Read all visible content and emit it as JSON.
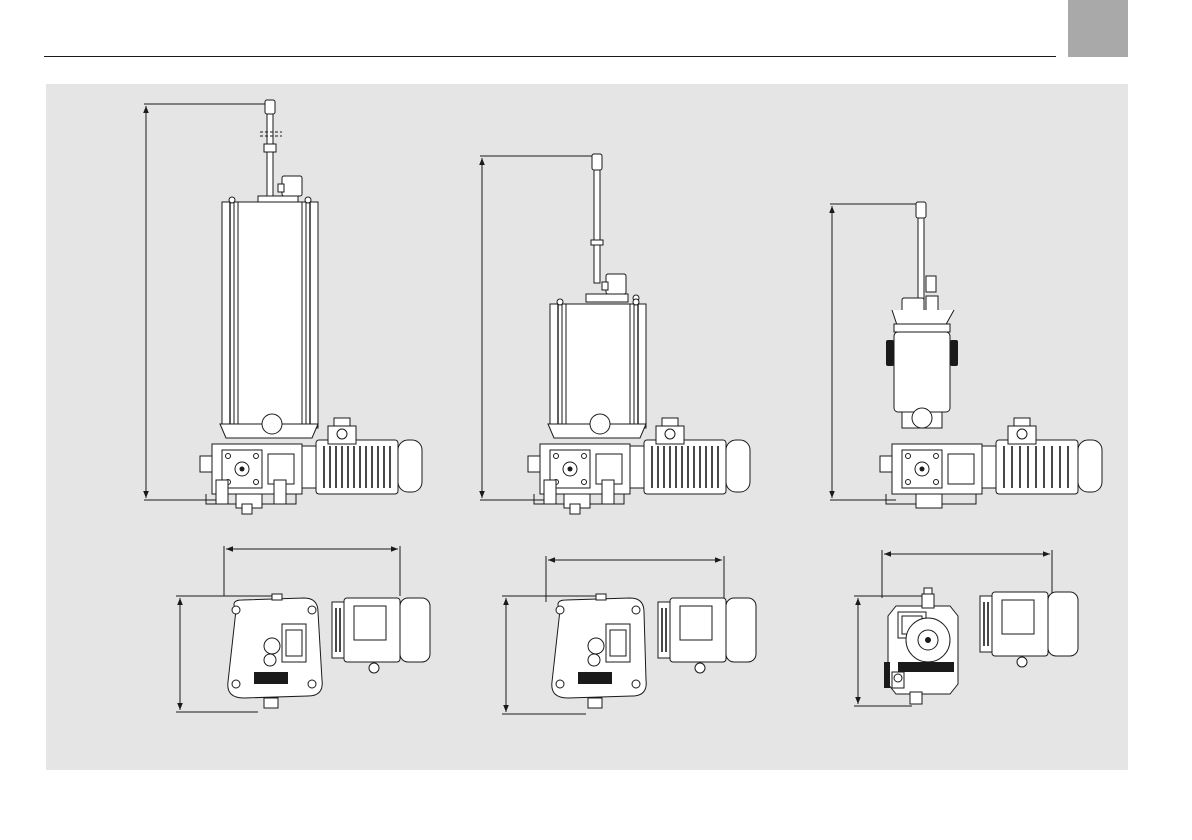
{
  "colors": {
    "background": "#ffffff",
    "panel": "#e5e5e5",
    "tab": "#a9a9a9",
    "line": "#1a1a1a"
  },
  "pumps": [
    {
      "id": "large-reservoir",
      "views": [
        "front-elevation",
        "top-plan"
      ]
    },
    {
      "id": "medium-reservoir",
      "views": [
        "front-elevation",
        "top-plan"
      ]
    },
    {
      "id": "small-reservoir",
      "views": [
        "front-elevation",
        "top-plan"
      ]
    }
  ]
}
